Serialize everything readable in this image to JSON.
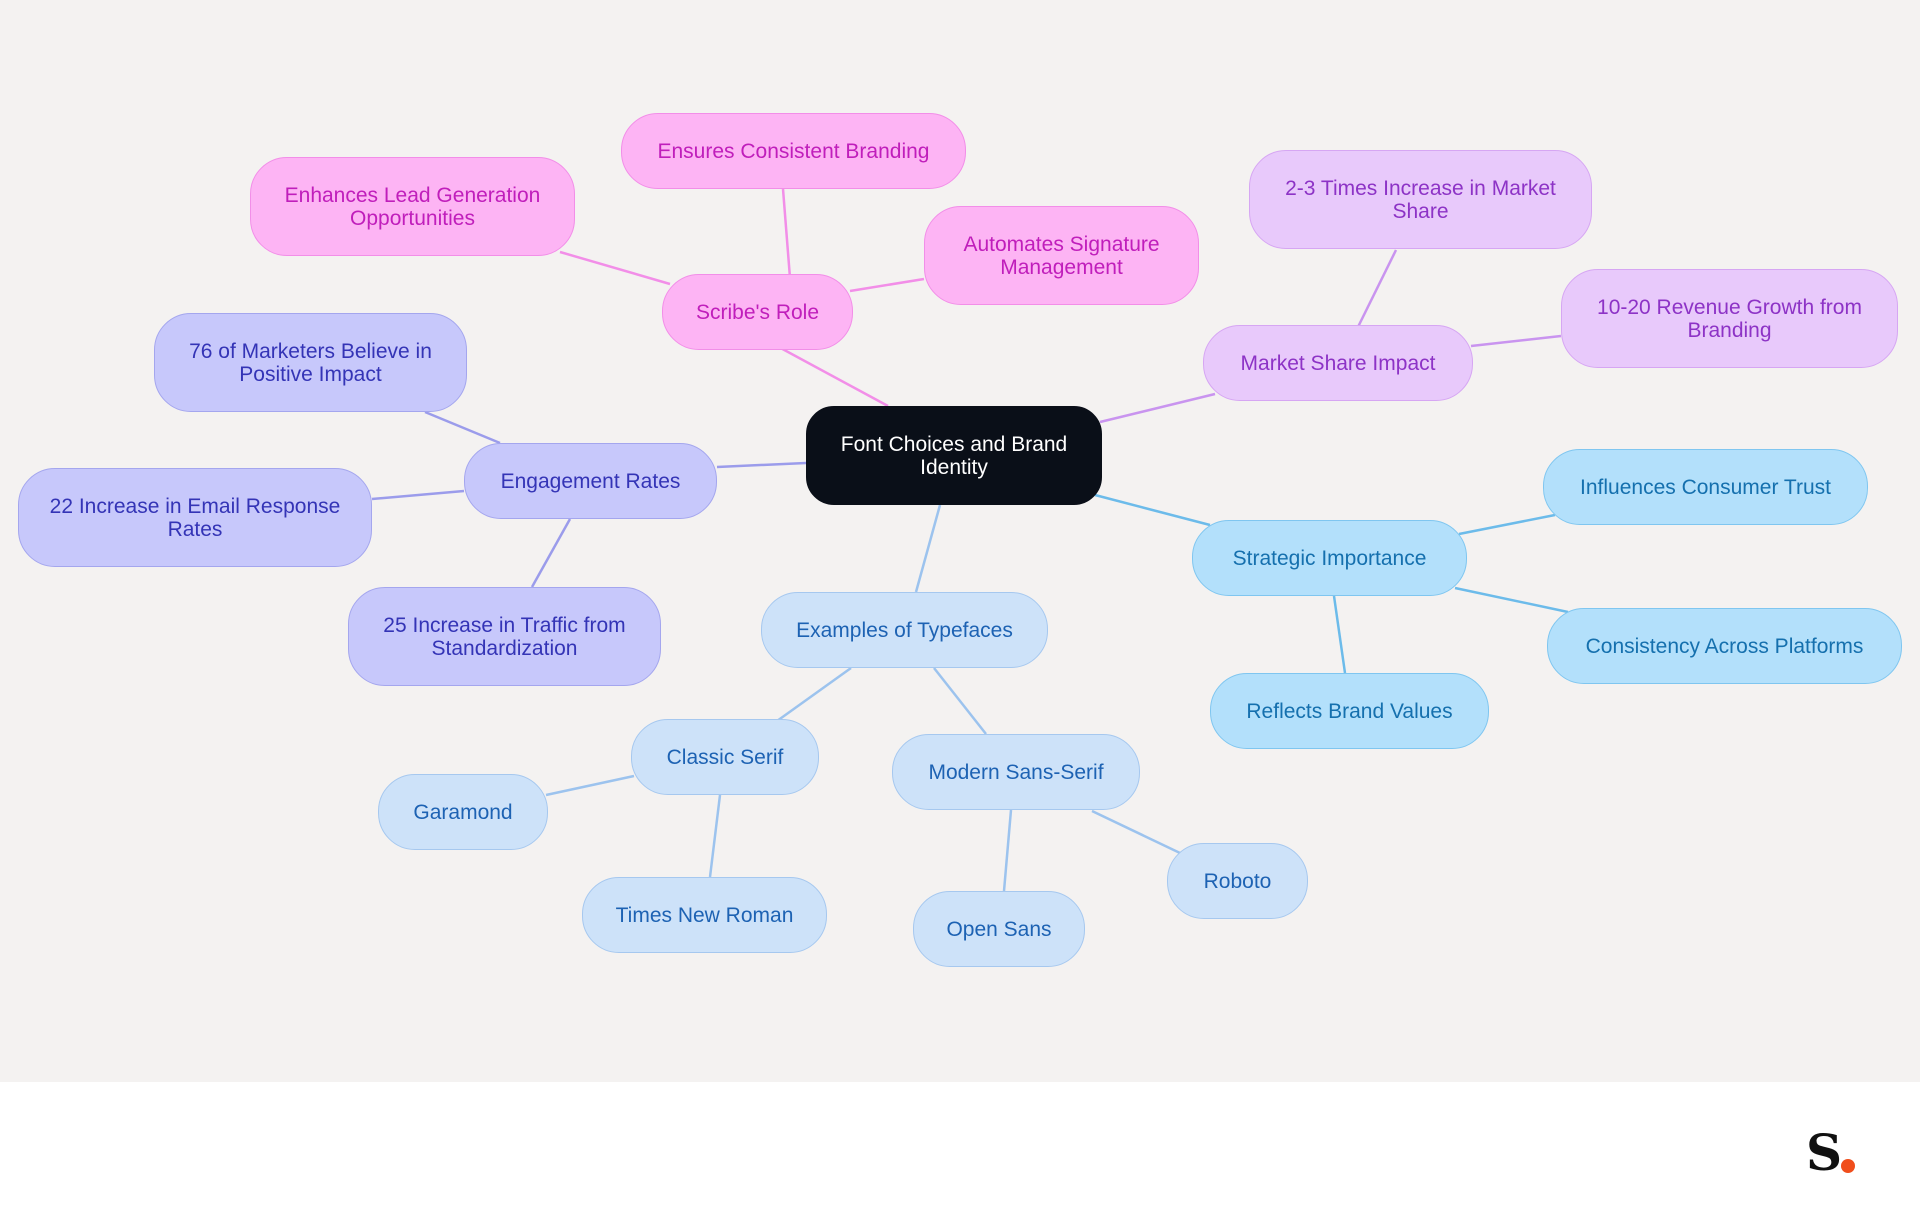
{
  "diagram": {
    "type": "mind-map",
    "root": {
      "id": "root",
      "label": "Font Choices and Brand Identity"
    },
    "branches": [
      {
        "id": "scribe",
        "label": "Scribe's Role",
        "color": "#f28ee8",
        "children": [
          {
            "id": "scribe-1",
            "label": "Ensures Consistent Branding"
          },
          {
            "id": "scribe-2",
            "label": "Enhances Lead Generation Opportunities"
          },
          {
            "id": "scribe-3",
            "label": "Automates Signature Management"
          }
        ]
      },
      {
        "id": "market",
        "label": "Market Share Impact",
        "color": "#c994ef",
        "children": [
          {
            "id": "market-1",
            "label": "2-3 Times Increase in Market Share"
          },
          {
            "id": "market-2",
            "label": "10-20 Revenue Growth from Branding"
          }
        ]
      },
      {
        "id": "engagement",
        "label": "Engagement Rates",
        "color": "#9b9ceb",
        "children": [
          {
            "id": "eng-1",
            "label": "76 of Marketers Believe in Positive Impact"
          },
          {
            "id": "eng-2",
            "label": "22 Increase in Email Response Rates"
          },
          {
            "id": "eng-3",
            "label": "25 Increase in Traffic from Standardization"
          }
        ]
      },
      {
        "id": "strategic",
        "label": "Strategic Importance",
        "color": "#6cbbea",
        "children": [
          {
            "id": "strat-1",
            "label": "Influences Consumer Trust"
          },
          {
            "id": "strat-2",
            "label": "Consistency Across Platforms"
          },
          {
            "id": "strat-3",
            "label": "Reflects Brand Values"
          }
        ]
      },
      {
        "id": "examples",
        "label": "Examples of Typefaces",
        "color": "#9cc3ee",
        "children": [
          {
            "id": "serif",
            "label": "Classic Serif",
            "children": [
              {
                "id": "serif-1",
                "label": "Garamond"
              },
              {
                "id": "serif-2",
                "label": "Times New Roman"
              }
            ]
          },
          {
            "id": "sans",
            "label": "Modern Sans-Serif",
            "children": [
              {
                "id": "sans-1",
                "label": "Roboto"
              },
              {
                "id": "sans-2",
                "label": "Open Sans"
              }
            ]
          }
        ]
      }
    ]
  },
  "branding": {
    "logo_icon": "scribe-logo-icon",
    "logo_letter": "S",
    "dot_color": "#f04e1c"
  }
}
